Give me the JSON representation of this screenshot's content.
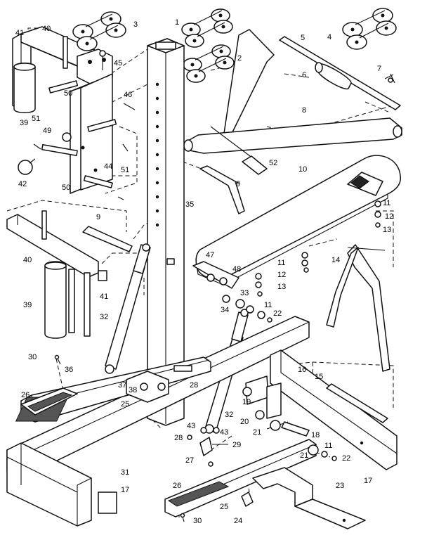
{
  "labels": [
    {
      "id": "l41a",
      "text": "41"
    },
    {
      "id": "l40a",
      "text": "40"
    },
    {
      "id": "l3",
      "text": "3"
    },
    {
      "id": "l1",
      "text": "1"
    },
    {
      "id": "l45",
      "text": "45"
    },
    {
      "id": "l2",
      "text": "2"
    },
    {
      "id": "l5",
      "text": "5"
    },
    {
      "id": "l4",
      "text": "4"
    },
    {
      "id": "l6",
      "text": "6"
    },
    {
      "id": "l7",
      "text": "7"
    },
    {
      "id": "l50a",
      "text": "50"
    },
    {
      "id": "l46",
      "text": "46"
    },
    {
      "id": "l51a",
      "text": "51"
    },
    {
      "id": "l39a",
      "text": "39"
    },
    {
      "id": "l49",
      "text": "49"
    },
    {
      "id": "l8",
      "text": "8"
    },
    {
      "id": "l44",
      "text": "44"
    },
    {
      "id": "l52",
      "text": "52"
    },
    {
      "id": "l10",
      "text": "10"
    },
    {
      "id": "l42",
      "text": "42"
    },
    {
      "id": "l50b",
      "text": "50"
    },
    {
      "id": "l51b",
      "text": "51"
    },
    {
      "id": "l9a",
      "text": "9"
    },
    {
      "id": "l35",
      "text": "35"
    },
    {
      "id": "l11a",
      "text": "11"
    },
    {
      "id": "l12a",
      "text": "12"
    },
    {
      "id": "l13a",
      "text": "13"
    },
    {
      "id": "l9b",
      "text": "9"
    },
    {
      "id": "l47",
      "text": "47"
    },
    {
      "id": "l14",
      "text": "14"
    },
    {
      "id": "l40b",
      "text": "40"
    },
    {
      "id": "l48",
      "text": "48"
    },
    {
      "id": "l11b",
      "text": "11"
    },
    {
      "id": "l12b",
      "text": "12"
    },
    {
      "id": "l13b",
      "text": "13"
    },
    {
      "id": "l41b",
      "text": "41"
    },
    {
      "id": "l33",
      "text": "33"
    },
    {
      "id": "l39b",
      "text": "39"
    },
    {
      "id": "l34",
      "text": "34"
    },
    {
      "id": "l11c",
      "text": "11"
    },
    {
      "id": "l22a",
      "text": "22"
    },
    {
      "id": "l32a",
      "text": "32"
    },
    {
      "id": "l30a",
      "text": "30"
    },
    {
      "id": "l36",
      "text": "36"
    },
    {
      "id": "l16",
      "text": "16"
    },
    {
      "id": "l15",
      "text": "15"
    },
    {
      "id": "l37",
      "text": "37"
    },
    {
      "id": "l38",
      "text": "38"
    },
    {
      "id": "l28a",
      "text": "28"
    },
    {
      "id": "l26a",
      "text": "26"
    },
    {
      "id": "l25a",
      "text": "25"
    },
    {
      "id": "l19",
      "text": "19"
    },
    {
      "id": "l32b",
      "text": "32"
    },
    {
      "id": "l20",
      "text": "20"
    },
    {
      "id": "l21a",
      "text": "21"
    },
    {
      "id": "l18",
      "text": "18"
    },
    {
      "id": "l43a",
      "text": "43"
    },
    {
      "id": "l43b",
      "text": "43"
    },
    {
      "id": "l28b",
      "text": "28"
    },
    {
      "id": "l29",
      "text": "29"
    },
    {
      "id": "l27",
      "text": "27"
    },
    {
      "id": "l21b",
      "text": "21"
    },
    {
      "id": "l11d",
      "text": "11"
    },
    {
      "id": "l22b",
      "text": "22"
    },
    {
      "id": "l31",
      "text": "31"
    },
    {
      "id": "l17a",
      "text": "17"
    },
    {
      "id": "l17b",
      "text": "17"
    },
    {
      "id": "l23",
      "text": "23"
    },
    {
      "id": "l26b",
      "text": "26"
    },
    {
      "id": "l25b",
      "text": "25"
    },
    {
      "id": "l24",
      "text": "24"
    },
    {
      "id": "l30b",
      "text": "30"
    }
  ]
}
